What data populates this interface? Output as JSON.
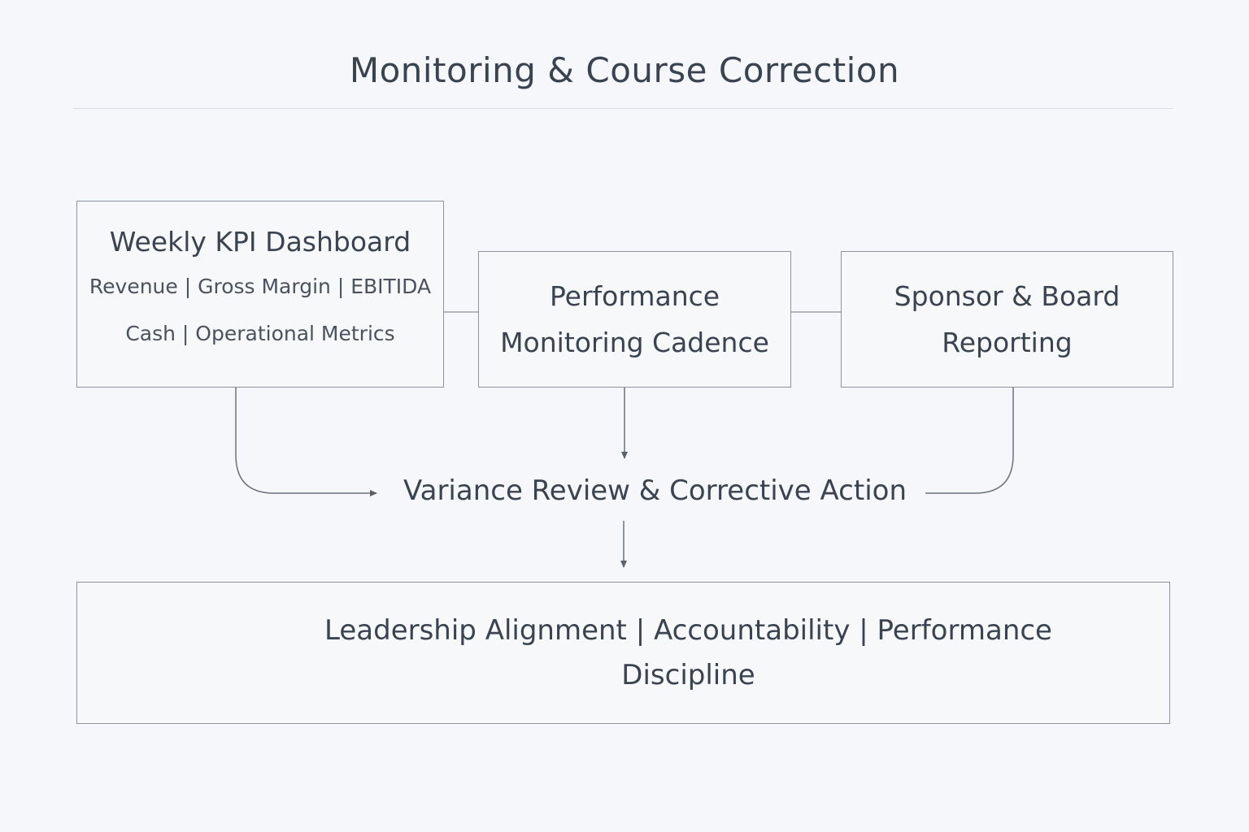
{
  "title": "Monitoring & Course Correction",
  "kpi_box": {
    "title": "Weekly KPI Dashboard",
    "line1": "Revenue | Gross Margin | EBITIDA",
    "line2": "Cash | Operational Metrics"
  },
  "performance_box": {
    "line1": "Performance",
    "line2": "Monitoring Cadence"
  },
  "sponsor_box": {
    "line1": "Sponsor & Board",
    "line2": "Reporting"
  },
  "variance_label": "Variance Review & Corrective Action",
  "bottom_box": {
    "text": "Leadership Alignment | Accountability | Performance Discipline"
  },
  "colors": {
    "background": "#f6f7fa",
    "text": "#3a4350",
    "border": "#8c939d",
    "connector": "#6b727c"
  }
}
